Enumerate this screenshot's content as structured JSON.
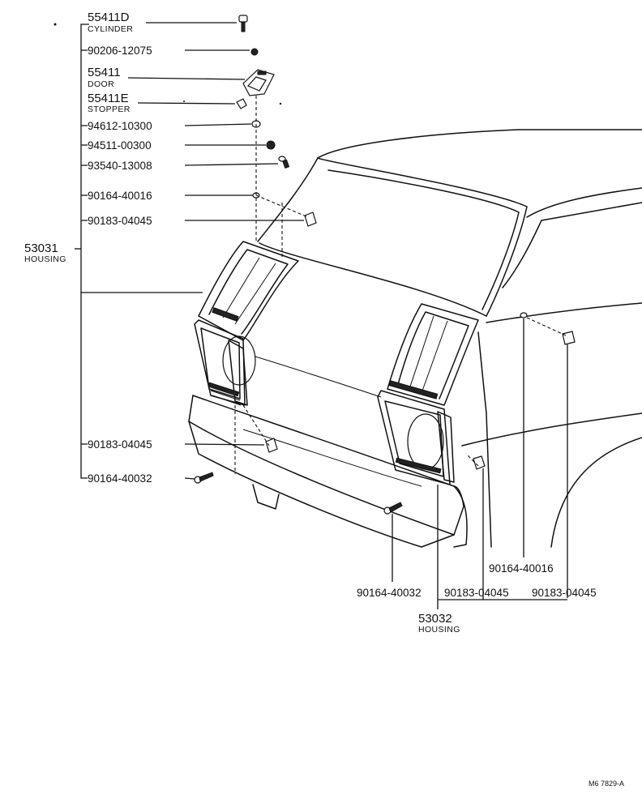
{
  "callouts": {
    "p55411D": {
      "number": "55411D",
      "name": "CYLINDER"
    },
    "p9020612075": {
      "number": "90206-12075"
    },
    "p55411": {
      "number": "55411",
      "name": "DOOR"
    },
    "p55411E": {
      "number": "55411E",
      "name": "STOPPER"
    },
    "p9461210300": {
      "number": "94612-10300"
    },
    "p9451100300": {
      "number": "94511-00300"
    },
    "p9354013008": {
      "number": "93540-13008"
    },
    "p9016440016a": {
      "number": "90164-40016"
    },
    "p9018304045a": {
      "number": "90183-04045"
    },
    "p53031": {
      "number": "53031",
      "name": "HOUSING"
    },
    "p9018304045b": {
      "number": "90183-04045"
    },
    "p9016440032a": {
      "number": "90164-40032"
    },
    "p9016440016b": {
      "number": "90164-40016"
    },
    "p9016440032b": {
      "number": "90164-40032"
    },
    "p9018304045c": {
      "number": "90183-04045"
    },
    "p9018304045d": {
      "number": "90183-04045"
    },
    "p53032": {
      "number": "53032",
      "name": "HOUSING"
    }
  },
  "reference_code": "M6  7829-A"
}
